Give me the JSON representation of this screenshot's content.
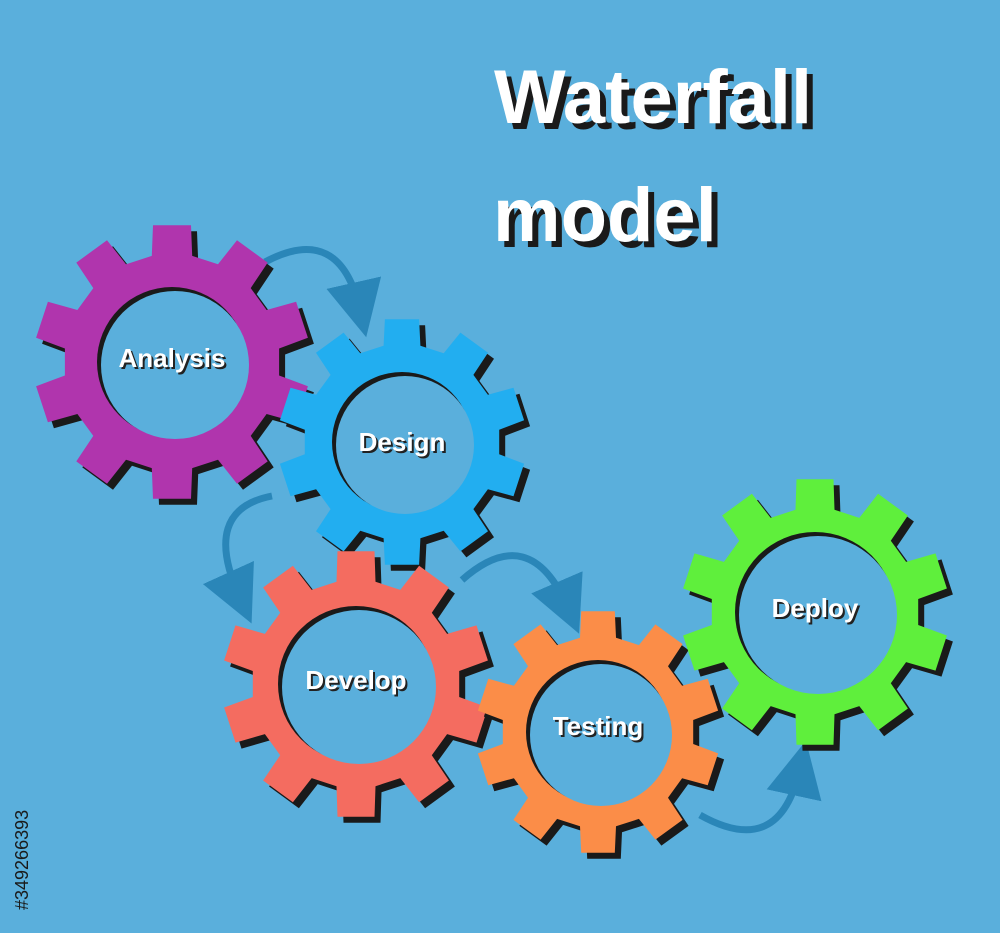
{
  "title": {
    "line1": "Waterfall",
    "line2": "model"
  },
  "stages": [
    {
      "label": "Analysis",
      "color": "#b035ad"
    },
    {
      "label": "Design",
      "color": "#22aef0"
    },
    {
      "label": "Develop",
      "color": "#f46c60"
    },
    {
      "label": "Testing",
      "color": "#fb8d48"
    },
    {
      "label": "Deploy",
      "color": "#5fef3c"
    }
  ],
  "colors": {
    "background": "#5aafdc",
    "arrow": "#2a86b8",
    "shadow": "#1a1a1a"
  },
  "stock_id": "#349266393"
}
